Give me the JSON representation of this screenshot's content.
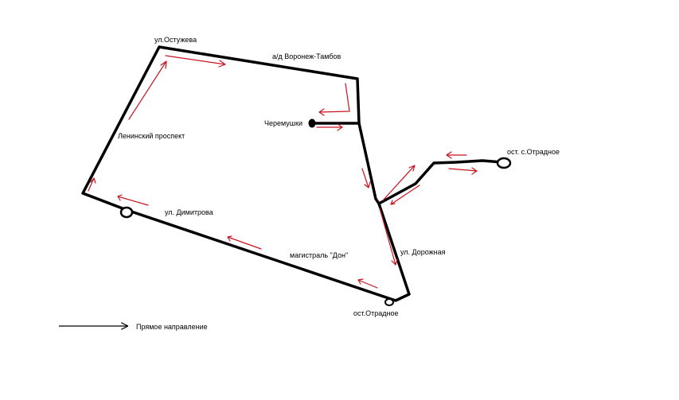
{
  "labels": {
    "ostuzheva": "ул.Остужева",
    "highway": "а/д Воронеж-Тамбов",
    "cheremushki": "Черемушки",
    "leninsky": "Ленинский проспект",
    "dimitrova": "ул. Димитрова",
    "don": "магистраль \"Дон\"",
    "dorozhnaya": "ул. Дорожная",
    "stop_otradnoe_bottom": "ост.Отрадное",
    "stop_otradnoe_village": "ост. с.Отрадное"
  },
  "legend": {
    "label": "Прямое направление"
  },
  "colors": {
    "road": "#000000",
    "direction_arrows": "#c8141e",
    "background": "#ffffff"
  }
}
